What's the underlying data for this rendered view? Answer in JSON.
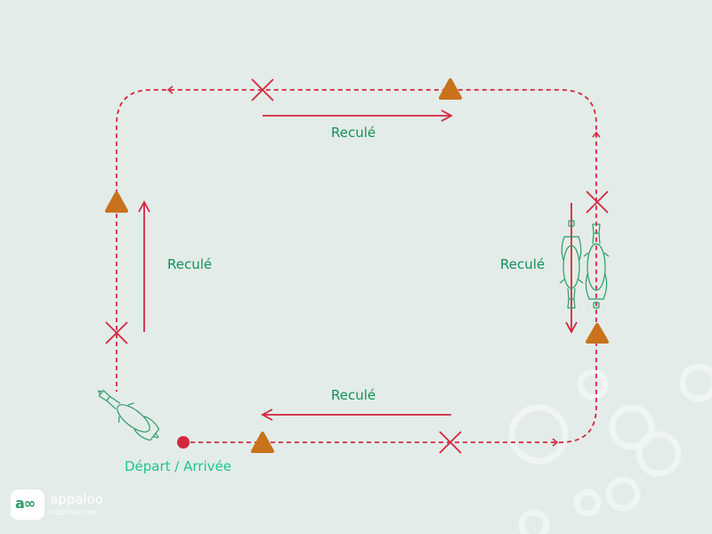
{
  "diagram": {
    "labels": {
      "top": "Reculé",
      "left": "Reculé",
      "right": "Reculé",
      "bottom": "Reculé",
      "start": "Départ / Arrivée"
    }
  },
  "brand": {
    "badge_glyph": "a∞",
    "name": "appaloo",
    "subtitle": "ÉQUITATION"
  },
  "colors": {
    "background": "#e3ece8",
    "path": "#d4263f",
    "cone": "#c8731c",
    "horse": "#2e9a6a",
    "label": "#12905a",
    "start_label": "#1fc48a",
    "start_dot": "#d4263f",
    "decor": "#f2f7f5"
  },
  "icons": [
    "cone-icon",
    "cross-marker-icon",
    "horse-icon",
    "start-dot-icon",
    "brand-logo-icon"
  ]
}
